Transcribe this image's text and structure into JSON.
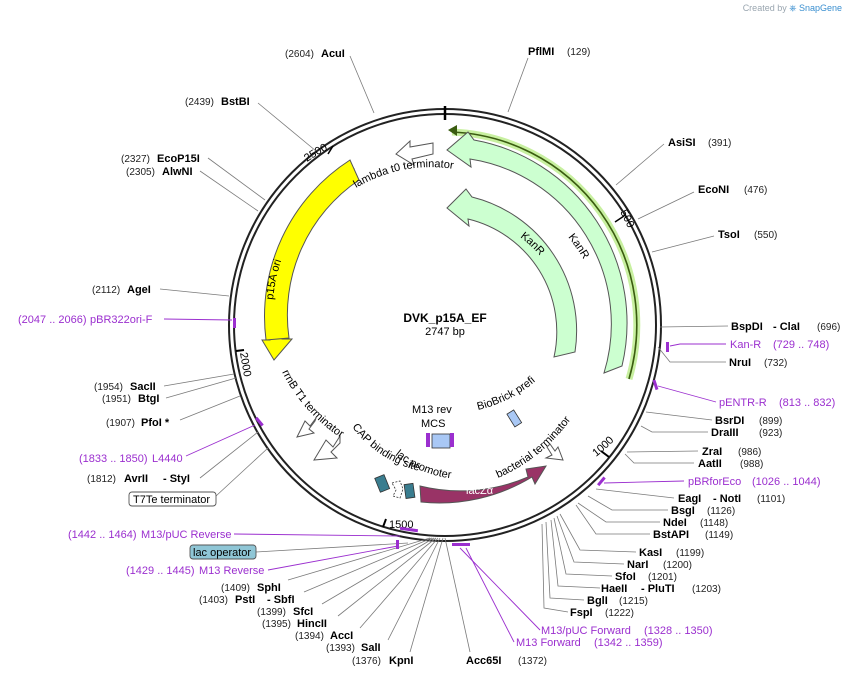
{
  "credit": {
    "prefix": "Created by",
    "brand": "SnapGene"
  },
  "plasmid": {
    "name": "DVK_p15A_EF",
    "length": "2747 bp"
  },
  "ticks": [
    "500",
    "1000",
    "1500",
    "2000",
    "2500"
  ],
  "features": [
    {
      "id": "lambda",
      "label": "lambda t0 terminator"
    },
    {
      "id": "kanr_outer",
      "label": "KanR"
    },
    {
      "id": "kanr_inner",
      "label": "KanR"
    },
    {
      "id": "p15a",
      "label": "p15A ori"
    },
    {
      "id": "rrnb",
      "label": "rrnB T1 terminator"
    },
    {
      "id": "cap",
      "label": "CAP binding site"
    },
    {
      "id": "lacp",
      "label": "lac promoter"
    },
    {
      "id": "m13rev",
      "label": "M13 rev"
    },
    {
      "id": "mcs",
      "label": "MCS"
    },
    {
      "id": "biobrick",
      "label": "BioBrick prefix"
    },
    {
      "id": "bactterm",
      "label": "bacterial terminator"
    },
    {
      "id": "lacz",
      "label": "lacZα"
    }
  ],
  "sites": [
    {
      "name": "PflMI",
      "pos": "(129)"
    },
    {
      "name": "AsiSI",
      "pos": "(391)"
    },
    {
      "name": "EcoNI",
      "pos": "(476)"
    },
    {
      "name": "TsoI",
      "pos": "(550)"
    },
    {
      "name": "BspDI",
      "suffix": "- ClaI",
      "pos": "(696)"
    },
    {
      "name": "NruI",
      "pos": "(732)"
    },
    {
      "name": "BsrDI",
      "pos": "(899)"
    },
    {
      "name": "DraIII",
      "pos": "(923)"
    },
    {
      "name": "ZraI",
      "pos": "(986)"
    },
    {
      "name": "AatII",
      "pos": "(988)"
    },
    {
      "name": "EagI",
      "suffix": "- NotI",
      "pos": "(1101)"
    },
    {
      "name": "BsgI",
      "pos": "(1126)"
    },
    {
      "name": "NdeI",
      "pos": "(1148)"
    },
    {
      "name": "BstAPI",
      "pos": "(1149)"
    },
    {
      "name": "KasI",
      "pos": "(1199)"
    },
    {
      "name": "NarI",
      "pos": "(1200)"
    },
    {
      "name": "SfoI",
      "pos": "(1201)"
    },
    {
      "name": "HaeII",
      "suffix": "- PluTI",
      "pos": "(1203)"
    },
    {
      "name": "BglI",
      "pos": "(1215)"
    },
    {
      "name": "FspI",
      "pos": "(1222)"
    },
    {
      "name": "Acc65I",
      "pos": "(1372)"
    },
    {
      "name": "KpnI",
      "pos": "(1376)"
    },
    {
      "name": "SalI",
      "pos": "(1393)"
    },
    {
      "name": "AccI",
      "pos": "(1394)"
    },
    {
      "name": "HincII",
      "pos": "(1395)"
    },
    {
      "name": "SfcI",
      "pos": "(1399)"
    },
    {
      "name": "PstI",
      "suffix": "- SbfI",
      "pos": "(1403)"
    },
    {
      "name": "SphI",
      "pos": "(1409)"
    },
    {
      "name": "AvrII",
      "suffix": "- StyI",
      "pos": "(1812)"
    },
    {
      "name": "PfoI *",
      "pos": "(1907)"
    },
    {
      "name": "BtgI",
      "pos": "(1951)"
    },
    {
      "name": "SacII",
      "pos": "(1954)"
    },
    {
      "name": "AgeI",
      "pos": "(2112)"
    },
    {
      "name": "AlwNI",
      "pos": "(2305)"
    },
    {
      "name": "EcoP15I",
      "pos": "(2327)"
    },
    {
      "name": "BstBI",
      "pos": "(2439)"
    },
    {
      "name": "AcuI",
      "pos": "(2604)"
    }
  ],
  "primers": [
    {
      "name": "Kan-R",
      "pos": "(729 .. 748)"
    },
    {
      "name": "pENTR-R",
      "pos": "(813 .. 832)"
    },
    {
      "name": "pBRforEco",
      "pos": "(1026 .. 1044)"
    },
    {
      "name": "M13/pUC Forward",
      "pos": "(1328 .. 1350)"
    },
    {
      "name": "M13 Forward",
      "pos": "(1342 .. 1359)"
    },
    {
      "name": "M13 Reverse",
      "pos": "(1429 .. 1445)"
    },
    {
      "name": "M13/pUC Reverse",
      "pos": "(1442 .. 1464)"
    },
    {
      "name": "L4440",
      "pos": "(1833 .. 1850)"
    },
    {
      "name": "pBR322ori-F",
      "pos": "(2047 .. 2066)"
    }
  ],
  "boxed": [
    {
      "name": "T7Te terminator",
      "fill": "#ffffff"
    },
    {
      "name": "lac operator",
      "fill": "#8fc6d6"
    }
  ],
  "colors": {
    "backbone": "#222222",
    "kanr": "#ccffd0",
    "p15a_ori": "#ffff00",
    "lacz": "#993366",
    "primer": "#9b2fcf",
    "promoter": "#3a7d8f",
    "mcs": "#a9c8f5",
    "selection_highlight": "#c8f0a0"
  }
}
